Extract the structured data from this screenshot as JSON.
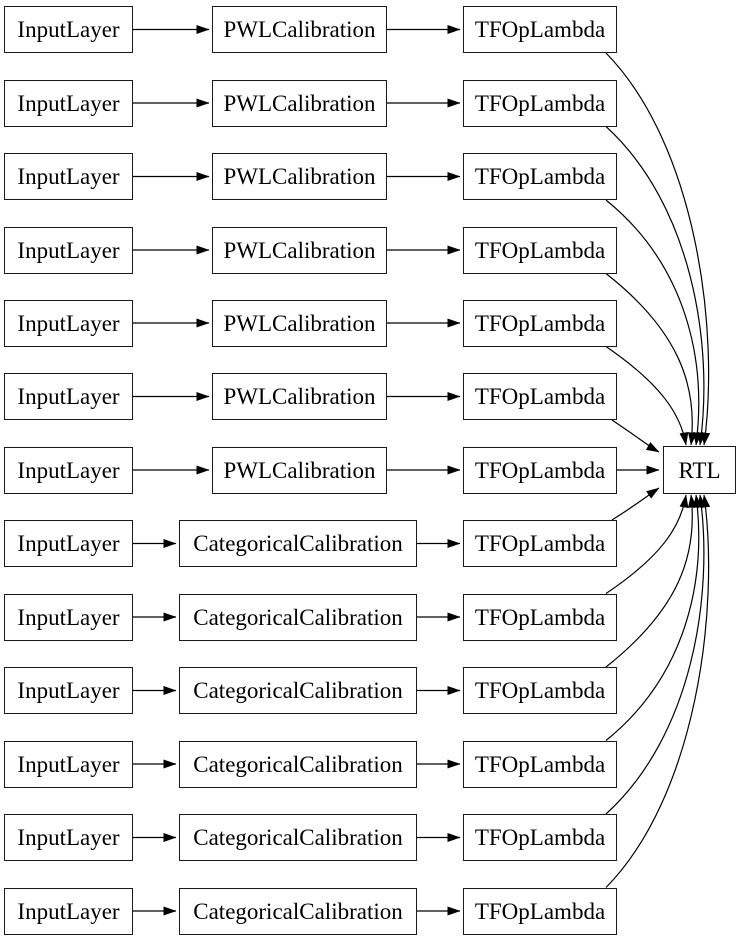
{
  "colors": {
    "background": "#ffffff",
    "node_fill": "#ffffff",
    "node_border": "#1a1a1a",
    "edge": "#000000",
    "text": "#000000"
  },
  "rtl": {
    "label": "RTL"
  },
  "rows": [
    {
      "input": "InputLayer",
      "calibration": "PWLCalibration",
      "op": "TFOpLambda"
    },
    {
      "input": "InputLayer",
      "calibration": "PWLCalibration",
      "op": "TFOpLambda"
    },
    {
      "input": "InputLayer",
      "calibration": "PWLCalibration",
      "op": "TFOpLambda"
    },
    {
      "input": "InputLayer",
      "calibration": "PWLCalibration",
      "op": "TFOpLambda"
    },
    {
      "input": "InputLayer",
      "calibration": "PWLCalibration",
      "op": "TFOpLambda"
    },
    {
      "input": "InputLayer",
      "calibration": "PWLCalibration",
      "op": "TFOpLambda"
    },
    {
      "input": "InputLayer",
      "calibration": "PWLCalibration",
      "op": "TFOpLambda"
    },
    {
      "input": "InputLayer",
      "calibration": "CategoricalCalibration",
      "op": "TFOpLambda"
    },
    {
      "input": "InputLayer",
      "calibration": "CategoricalCalibration",
      "op": "TFOpLambda"
    },
    {
      "input": "InputLayer",
      "calibration": "CategoricalCalibration",
      "op": "TFOpLambda"
    },
    {
      "input": "InputLayer",
      "calibration": "CategoricalCalibration",
      "op": "TFOpLambda"
    },
    {
      "input": "InputLayer",
      "calibration": "CategoricalCalibration",
      "op": "TFOpLambda"
    },
    {
      "input": "InputLayer",
      "calibration": "CategoricalCalibration",
      "op": "TFOpLambda"
    }
  ]
}
